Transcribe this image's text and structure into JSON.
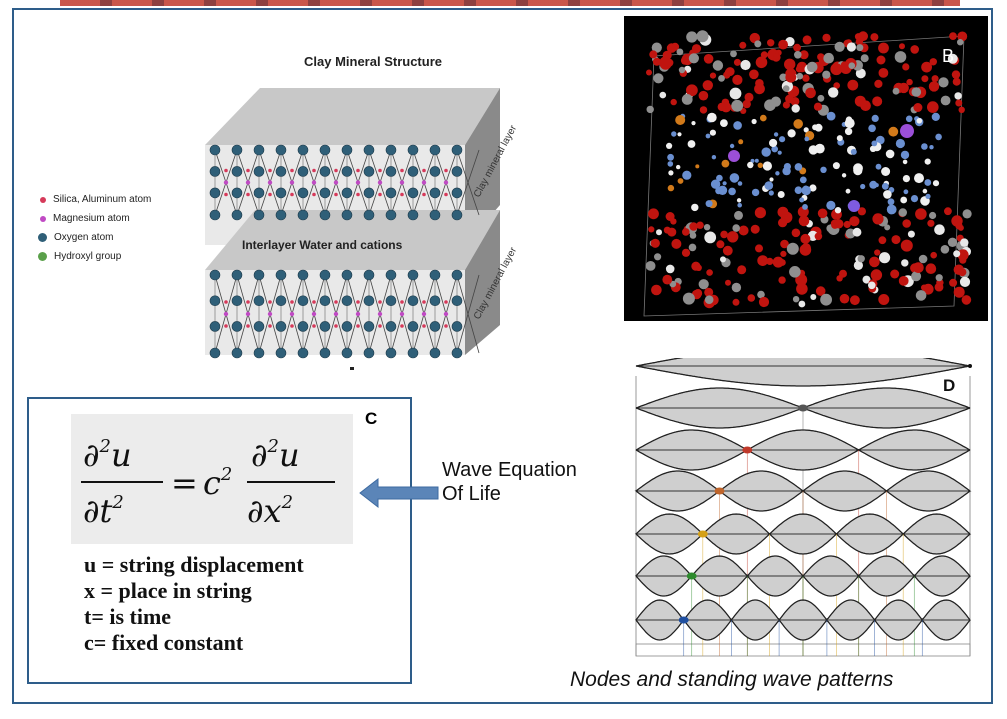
{
  "clay": {
    "title": "Clay Mineral Structure",
    "interlayer_label": "Interlayer Water and cations",
    "layer_label": "Clay mineral layer",
    "legend": [
      {
        "label": "Silica, Aluminum atom",
        "color": "#d63a5a"
      },
      {
        "label": "Magnesium atom",
        "color": "#c04ac4"
      },
      {
        "label": "Oxygen atom",
        "color": "#2f5f78"
      },
      {
        "label": "Hydroxyl group",
        "color": "#5aa04a"
      }
    ]
  },
  "panel_b": {
    "label": "B"
  },
  "panel_c": {
    "label": "C",
    "definitions": [
      "u = string displacement",
      "x = place in string",
      "t= is time",
      "c= fixed constant"
    ]
  },
  "wave_equation_label": {
    "line1": "Wave Equation",
    "line2": "Of  Life"
  },
  "panel_d": {
    "label": "D",
    "caption": "Nodes and standing wave patterns",
    "harmonics": [
      1,
      2,
      3,
      4,
      5,
      6,
      7,
      8
    ],
    "node_colors": [
      "#555555",
      "#c0392b",
      "#c0652b",
      "#d4a017",
      "#2e8b2e",
      "#1f4fa0"
    ]
  }
}
